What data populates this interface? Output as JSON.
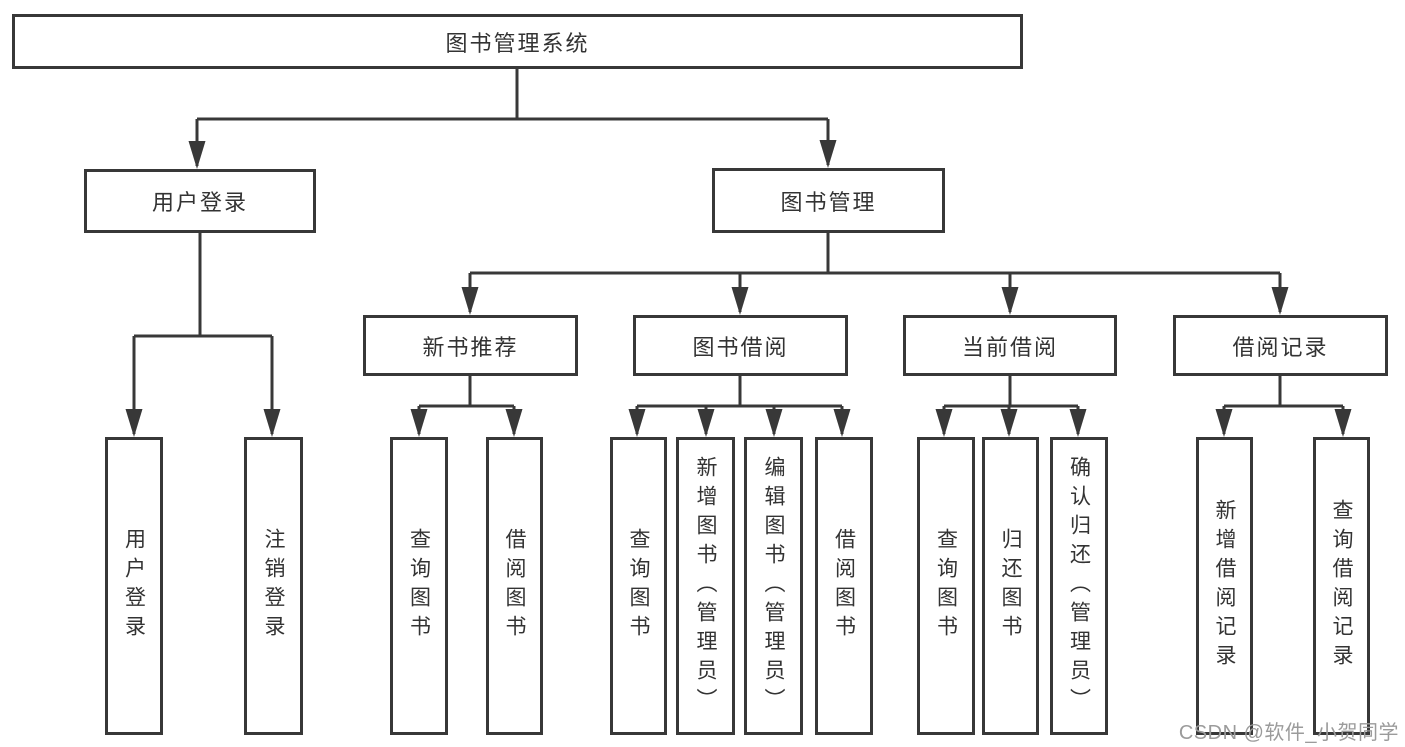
{
  "diagram": {
    "root": {
      "label": "图书管理系统"
    },
    "branches": [
      {
        "label": "用户登录",
        "children": [
          {
            "label": "用户登录"
          },
          {
            "label": "注销登录"
          }
        ]
      },
      {
        "label": "图书管理",
        "children": [
          {
            "label": "新书推荐",
            "children": [
              {
                "label": "查询图书"
              },
              {
                "label": "借阅图书"
              }
            ]
          },
          {
            "label": "图书借阅",
            "children": [
              {
                "label": "查询图书"
              },
              {
                "label": "新增图书（管理员）"
              },
              {
                "label": "编辑图书（管理员）"
              },
              {
                "label": "借阅图书"
              }
            ]
          },
          {
            "label": "当前借阅",
            "children": [
              {
                "label": "查询图书"
              },
              {
                "label": "归还图书"
              },
              {
                "label": "确认归还（管理员）"
              }
            ]
          },
          {
            "label": "借阅记录",
            "children": [
              {
                "label": "新增借阅记录"
              },
              {
                "label": "查询借阅记录"
              }
            ]
          }
        ]
      }
    ]
  },
  "watermark": {
    "text": "CSDN @软件_小贺同学"
  },
  "colors": {
    "line": "#383838",
    "box_border": "#383838",
    "text": "#333333",
    "watermark": "#9b9b9b",
    "background": "#ffffff"
  }
}
